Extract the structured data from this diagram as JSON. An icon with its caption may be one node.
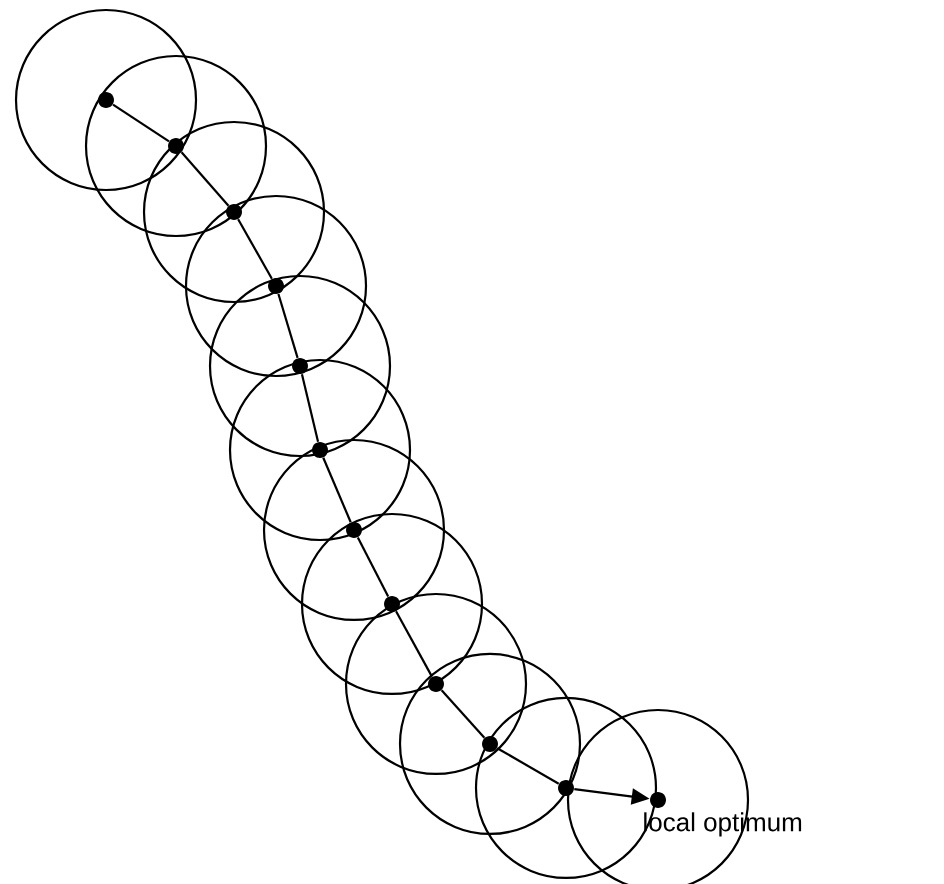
{
  "diagram": {
    "nodes": [
      {
        "text": [],
        "shape": "circle"
      },
      {
        "text": [],
        "shape": "circle"
      },
      {
        "text": [],
        "shape": "circle"
      },
      {
        "text": [],
        "shape": "circle"
      },
      {
        "text": [],
        "shape": "circle"
      },
      {
        "text": [],
        "shape": "circle"
      },
      {
        "text": [],
        "shape": "circle"
      },
      {
        "text": [],
        "shape": "circle"
      },
      {
        "text": [],
        "shape": "circle"
      },
      {
        "text": [],
        "shape": "circle"
      },
      {
        "text": [],
        "shape": "circle"
      },
      {
        "text": [],
        "shape": "circle",
        "beside": [
          "local optimum"
        ]
      }
    ],
    "edges": [
      {
        "from": 0,
        "to": 1,
        "arrow": "none"
      },
      {
        "from": 1,
        "to": 2,
        "arrow": "none"
      },
      {
        "from": 2,
        "to": 3,
        "arrow": "none"
      },
      {
        "from": 3,
        "to": 4,
        "arrow": "none"
      },
      {
        "from": 4,
        "to": 5,
        "arrow": "none"
      },
      {
        "from": 5,
        "to": 6,
        "arrow": "none"
      },
      {
        "from": 6,
        "to": 7,
        "arrow": "none"
      },
      {
        "from": 7,
        "to": 8,
        "arrow": "none"
      },
      {
        "from": 8,
        "to": 9,
        "arrow": "none"
      },
      {
        "from": 9,
        "to": 10,
        "arrow": "none"
      },
      {
        "from": 10,
        "to": 11,
        "arrow": "to"
      }
    ]
  }
}
